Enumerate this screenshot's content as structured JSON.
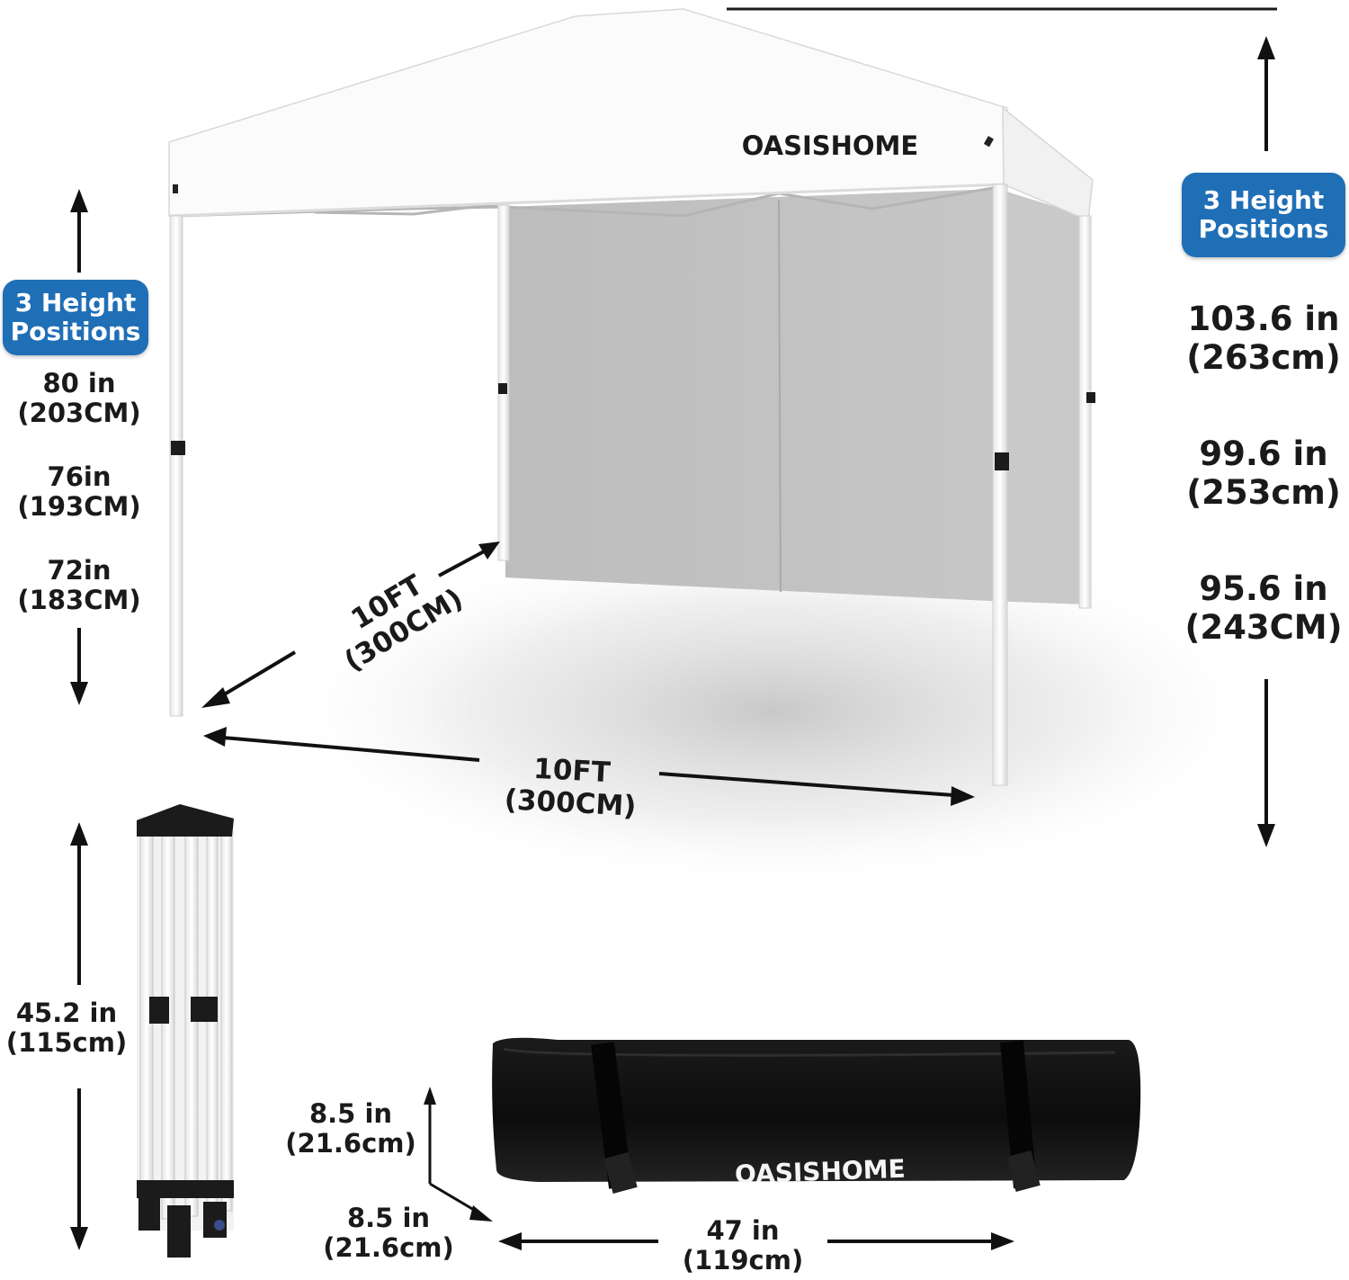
{
  "brand": {
    "canopy_logo": "OASISHOME",
    "bag_logo": "OASISHOME"
  },
  "colors": {
    "badge_blue": "#1f6fb6",
    "canopy_white": "#fafafa",
    "sidewall_gray": "#c3c3c3",
    "bag_black": "#111111"
  },
  "left_height": {
    "badge_line1": "3 Height",
    "badge_line2": "Positions",
    "positions": [
      {
        "inches": "80 in",
        "cm": "(203CM)"
      },
      {
        "inches": "76in",
        "cm": "(193CM)"
      },
      {
        "inches": "72in",
        "cm": "(183CM)"
      }
    ]
  },
  "right_height": {
    "badge_line1": "3 Height",
    "badge_line2": "Positions",
    "positions": [
      {
        "inches": "103.6 in",
        "cm": "(263cm)"
      },
      {
        "inches": "99.6 in",
        "cm": "(253cm)"
      },
      {
        "inches": "95.6 in",
        "cm": "(243CM)"
      }
    ]
  },
  "footprint": {
    "depth": {
      "ft": "10FT",
      "cm": "(300CM)"
    },
    "width": {
      "ft": "10FT",
      "cm": "(300CM)"
    }
  },
  "folded_frame": {
    "height": {
      "inches": "45.2 in",
      "cm": "(115cm)"
    }
  },
  "carry_bag": {
    "height": {
      "inches": "8.5 in",
      "cm": "(21.6cm)"
    },
    "depth": {
      "inches": "8.5 in",
      "cm": "(21.6cm)"
    },
    "length": {
      "inches": "47 in",
      "cm": "(119cm)"
    }
  }
}
